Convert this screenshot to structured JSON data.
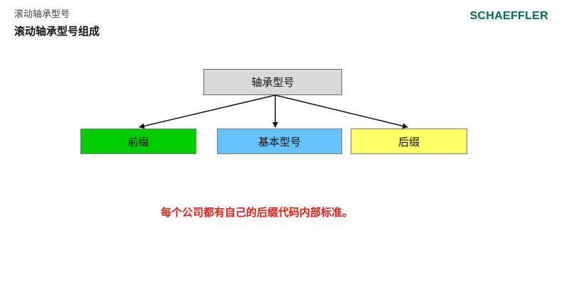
{
  "header": {
    "section": "滚动轴承型号",
    "title": "滚动轴承型号组成"
  },
  "brand": {
    "logo_text": "SCHAEFFLER",
    "color": "#006b4f"
  },
  "diagram": {
    "root": {
      "label": "轴承型号",
      "color": "#d9d9d9"
    },
    "children": [
      {
        "label": "前缀",
        "color": "#00cc00"
      },
      {
        "label": "基本型号",
        "color": "#66c2ff"
      },
      {
        "label": "后缀",
        "color": "#ffff66"
      }
    ]
  },
  "note": {
    "text": "每个公司都有自己的后缀代码内部标准。",
    "color": "#e0201a"
  }
}
